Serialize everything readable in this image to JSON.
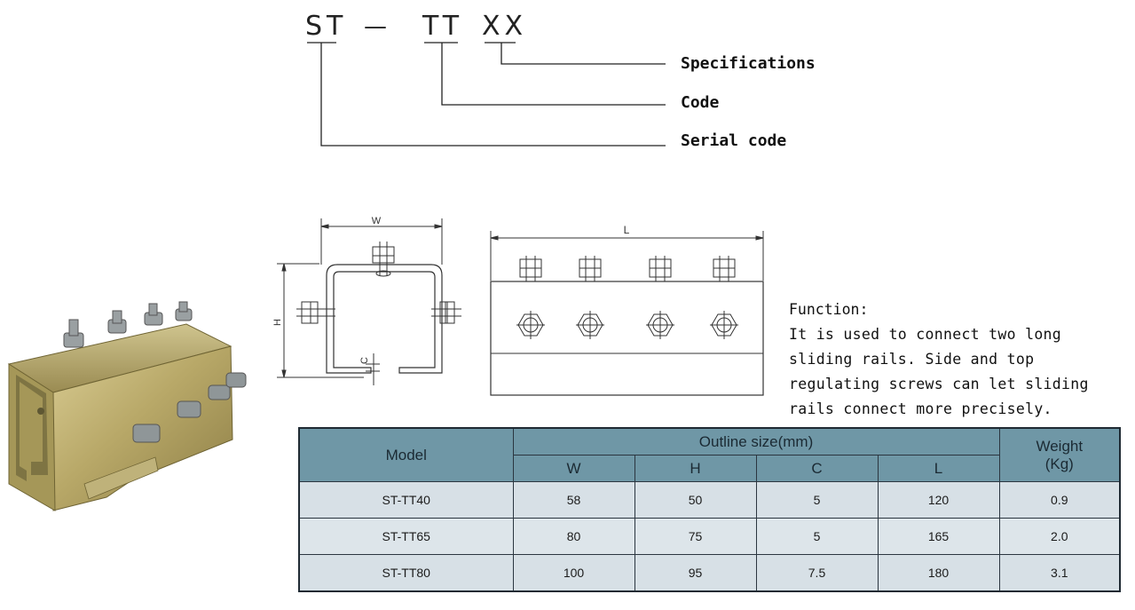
{
  "designation": {
    "parts": [
      "ST",
      "—",
      "TT",
      "XX"
    ],
    "labels": {
      "specifications": "Specifications",
      "code": "Code",
      "serial_code": "Serial code"
    }
  },
  "drawing": {
    "dim_w": "W",
    "dim_h": "H",
    "dim_c": "C",
    "dim_l": "L"
  },
  "function": {
    "title": "Function:",
    "text": "It is used to connect two long sliding rails. Side and top regulating screws can let sliding rails connect more precisely."
  },
  "table": {
    "model_header": "Model",
    "outline_header": "Outline size(mm)",
    "weight_header_1": "Weight",
    "weight_header_2": "(Kg)",
    "sub_headers": [
      "W",
      "H",
      "C",
      "L"
    ],
    "rows": [
      {
        "model": "ST-TT40",
        "w": "58",
        "h": "50",
        "c": "5",
        "l": "120",
        "weight": "0.9"
      },
      {
        "model": "ST-TT65",
        "w": "80",
        "h": "75",
        "c": "5",
        "l": "165",
        "weight": "2.0"
      },
      {
        "model": "ST-TT80",
        "w": "100",
        "h": "95",
        "c": "7.5",
        "l": "180",
        "weight": "3.1"
      }
    ]
  }
}
